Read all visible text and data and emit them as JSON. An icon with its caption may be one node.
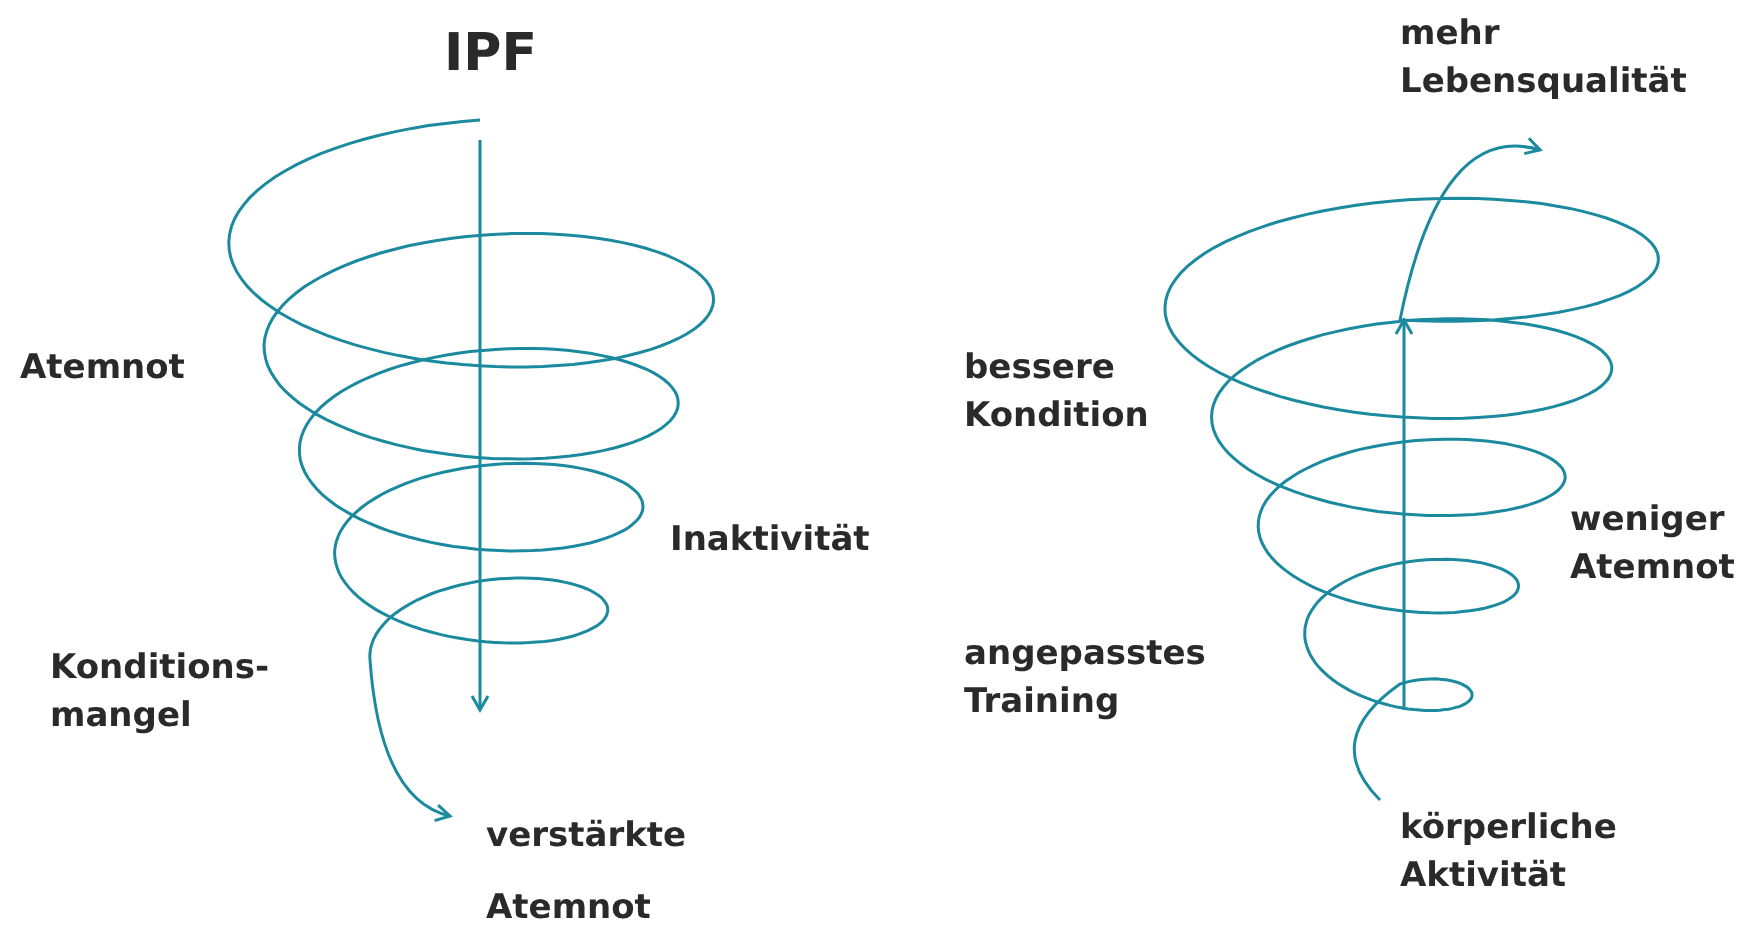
{
  "diagram": {
    "labels": [
      "IPF",
      "Atemnot",
      "Inaktivität",
      "Konditions- mangel",
      "verstärkte Atemnot",
      "mehr Lebensqualität",
      "bessere Kondition",
      "weniger Atemnot",
      "angepasstes Training",
      "körperliche Aktivität"
    ]
  }
}
